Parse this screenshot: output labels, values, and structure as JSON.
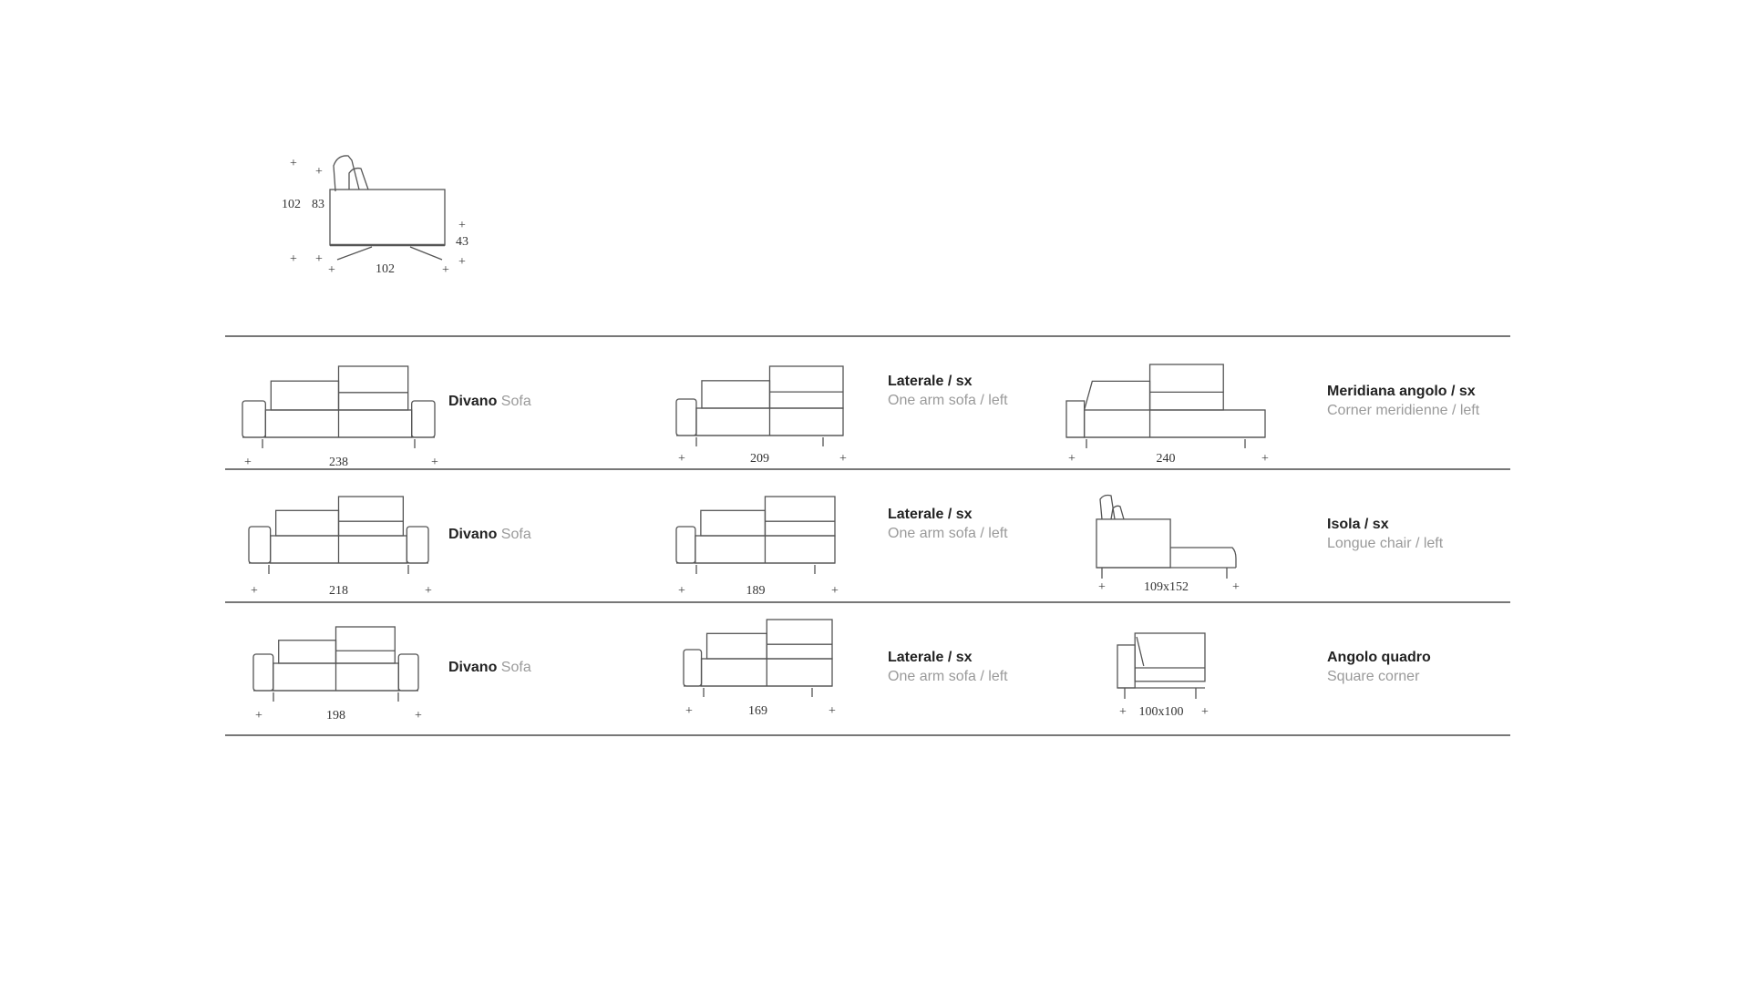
{
  "side_view": {
    "dims": {
      "total_height": "102",
      "back_height": "83",
      "seat_height": "43",
      "depth": "102"
    },
    "plus": "+"
  },
  "rows": [
    [
      {
        "type": "sofa",
        "width": "238",
        "title": "Divano",
        "subtitle": "Sofa",
        "inline": true
      },
      {
        "type": "onearm",
        "width": "209",
        "title": "Laterale / sx",
        "subtitle": "One arm sofa / left"
      },
      {
        "type": "meridiana",
        "width": "240",
        "title": "Meridiana angolo / sx",
        "subtitle": "Corner meridienne / left"
      }
    ],
    [
      {
        "type": "sofa",
        "width": "218",
        "title": "Divano",
        "subtitle": "Sofa",
        "inline": true
      },
      {
        "type": "onearm",
        "width": "189",
        "title": "Laterale / sx",
        "subtitle": "One arm sofa / left"
      },
      {
        "type": "isola",
        "width": "109x152",
        "title": "Isola / sx",
        "subtitle": "Longue chair / left"
      }
    ],
    [
      {
        "type": "sofa",
        "width": "198",
        "title": "Divano",
        "subtitle": "Sofa",
        "inline": true
      },
      {
        "type": "onearm",
        "width": "169",
        "title": "Laterale / sx",
        "subtitle": "One arm sofa / left"
      },
      {
        "type": "corner",
        "width": "100x100",
        "title": "Angolo quadro",
        "subtitle": "Square corner"
      }
    ]
  ]
}
